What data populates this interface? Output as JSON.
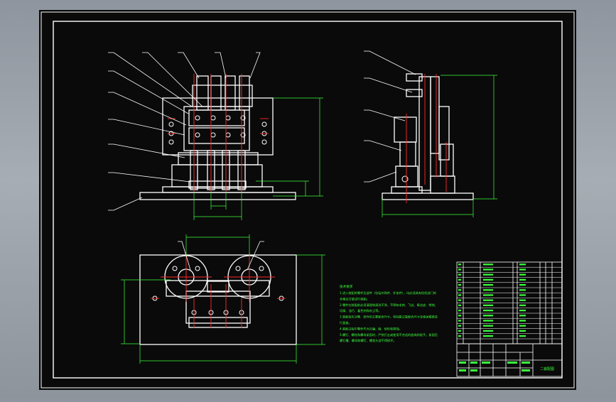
{
  "colors": {
    "background": "#0a0a0a",
    "frame": "#ffffff",
    "drawing": "#ffffff",
    "center_line": "#ff2a2a",
    "dimension": "#3cff3c",
    "annotation": "#3cff3c",
    "table_text": "#3cff3c"
  },
  "title_block": {
    "drawing_name": "二装配图"
  },
  "notes": {
    "title": "技术要求",
    "lines": [
      "1.进入装配的零件及部件（包括外购件、外协件），均必须具有检验部门的",
      "合格证方能进行装配。",
      "2.零件在装配前必须清理和清洗干净，不得有毛刺、飞边、氧化皮、锈蚀、",
      "切屑、油污、着色剂和灰尘等。",
      "3.装配前应对零、部件的主要配合尺寸，特别是过盈配合尺寸及相关精度进",
      "行复查。",
      "4.装配过程中零件不允许磕、碰、划伤和锈蚀。",
      "5.螺钉、螺栓和螺母紧固时，严禁打击或使用不合适的旋具和扳手。紧固后",
      "螺钉槽、螺母和螺钉、螺栓头部不得损坏。"
    ]
  }
}
